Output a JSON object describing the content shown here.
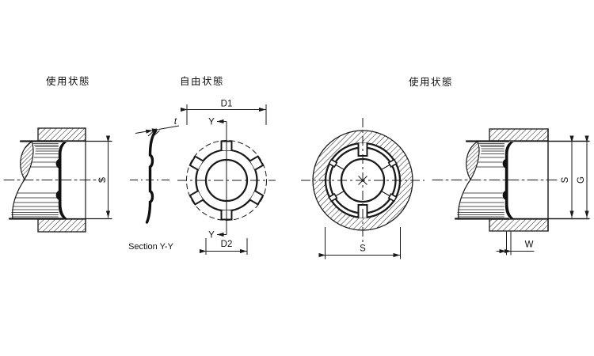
{
  "drawing": {
    "background": "#ffffff",
    "ink": "#1a1a1a",
    "views": {
      "left_used": {
        "title": "使用状態",
        "dims": {
          "s": "S"
        }
      },
      "section": {
        "caption": "Section Y-Y",
        "dims": {
          "t": "t"
        }
      },
      "free_state": {
        "title": "自由状態",
        "dims": {
          "d1": "D1",
          "d2": "D2"
        },
        "section_marks": {
          "top": "Y",
          "bottom": "Y"
        }
      },
      "front_used": {
        "dims": {
          "s": "S"
        }
      },
      "right_used": {
        "title": "使用状態",
        "dims": {
          "s": "S",
          "g": "G",
          "w": "W"
        }
      }
    }
  }
}
